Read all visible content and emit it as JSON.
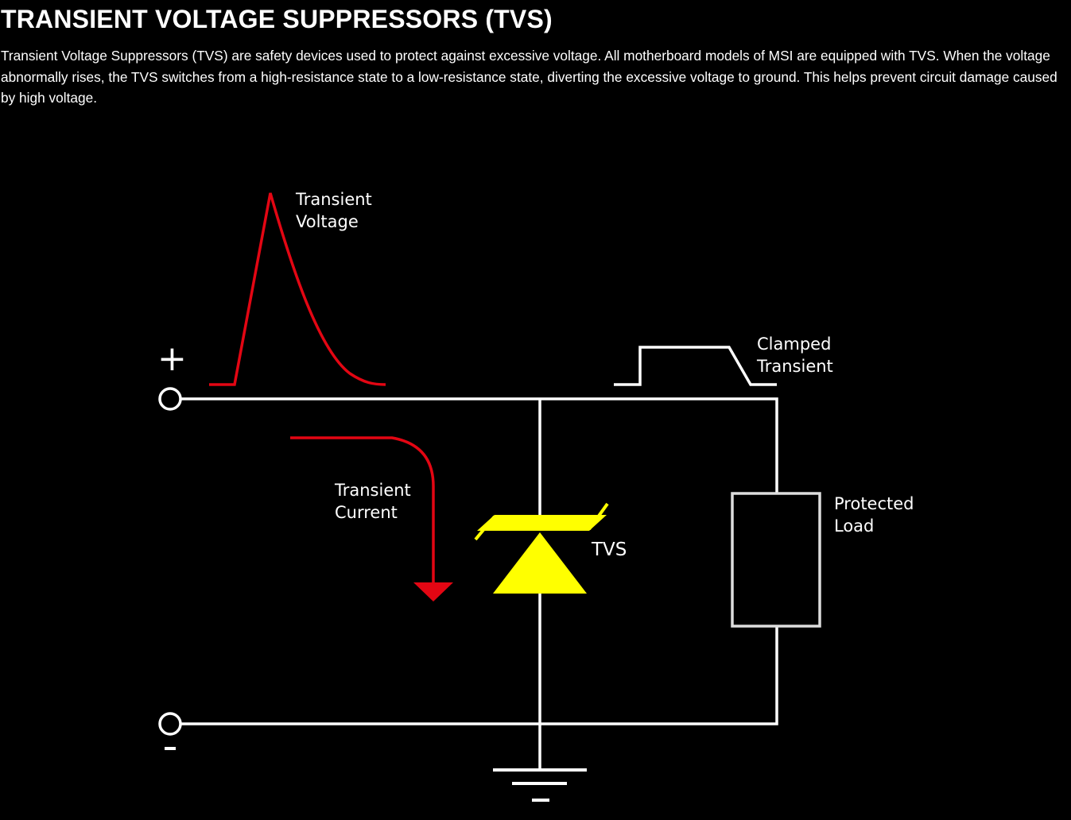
{
  "page": {
    "title": "TRANSIENT VOLTAGE SUPPRESSORS (TVS)",
    "description": "Transient Voltage Suppressors (TVS) are safety devices used to protect against excessive voltage. All motherboard models of MSI are equipped with TVS. When the voltage abnormally rises, the TVS switches from a high-resistance state to a low-resistance state, diverting the excessive voltage to ground. This helps prevent circuit damage caused by high voltage."
  },
  "diagram": {
    "colors": {
      "background": "#000000",
      "wire": "#ffffff",
      "transient": "#e30613",
      "tvs": "#ffff00"
    },
    "terminals": {
      "positive": "+",
      "negative": "-"
    },
    "labels": {
      "transient_voltage": [
        "Transient",
        "Voltage"
      ],
      "clamped_transient": [
        "Clamped",
        "Transient"
      ],
      "transient_current": [
        "Transient",
        "Current"
      ],
      "tvs": "TVS",
      "protected_load": [
        "Protected",
        "Load"
      ]
    },
    "icons": {
      "tvs_symbol": "tvs-diode-icon",
      "ground_symbol": "ground-icon",
      "load_symbol": "resistor-load-icon",
      "current_arrow": "arrow-down-icon"
    }
  }
}
